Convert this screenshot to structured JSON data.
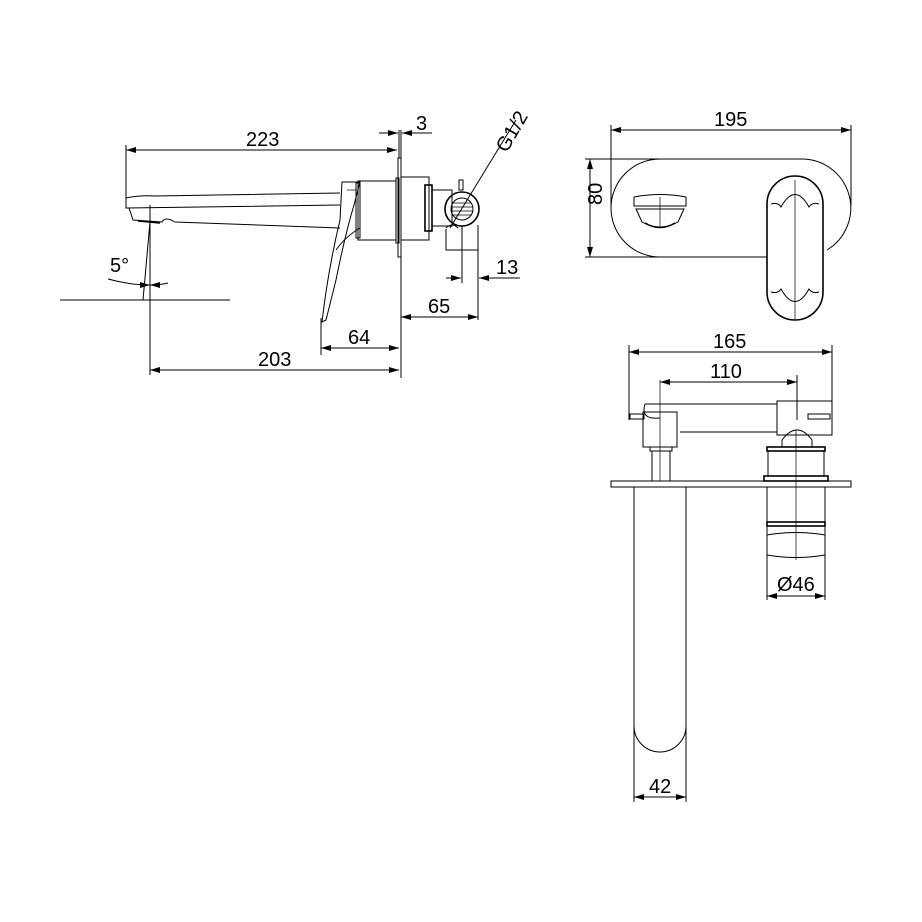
{
  "drawing": {
    "side_view": {
      "dimensions": {
        "spout_length": "223",
        "plate_thickness": "3",
        "thread": "G1/2",
        "angle": "5°",
        "inlet_offset": "13",
        "wall_to_inlet": "65",
        "handle_projection": "64",
        "outlet_projection": "203"
      }
    },
    "front_view": {
      "dimensions": {
        "plate_width": "195",
        "plate_height": "80"
      }
    },
    "top_view": {
      "dimensions": {
        "overall_width": "165",
        "centers": "110",
        "body_diameter": "Ø46",
        "spout_width": "42"
      }
    },
    "colors": {
      "line": "#000000",
      "background": "#ffffff"
    }
  }
}
